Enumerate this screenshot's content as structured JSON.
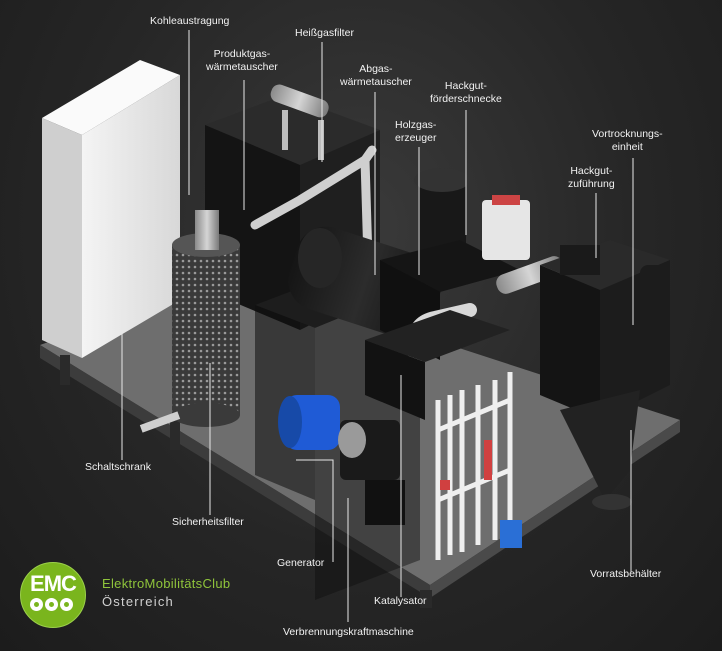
{
  "labels": {
    "kohleaustragung": "Kohleaustragung",
    "heissgasfilter": "Heißgasfilter",
    "produktgas_1": "Produktgas-",
    "produktgas_2": "wärmetauscher",
    "abgas_1": "Abgas-",
    "abgas_2": "wärmetauscher",
    "hackgut_foerder_1": "Hackgut-",
    "hackgut_foerder_2": "förderschnecke",
    "holzgas_1": "Holzgas-",
    "holzgas_2": "erzeuger",
    "vortrocknung_1": "Vortrocknungs-",
    "vortrocknung_2": "einheit",
    "hackgut_zuf_1": "Hackgut-",
    "hackgut_zuf_2": "zuführung",
    "schaltschrank": "Schaltschrank",
    "sicherheitsfilter": "Sicherheitsfilter",
    "generator": "Generator",
    "katalysator": "Katalysator",
    "verbrennungskraftmaschine": "Verbrennungskraftmaschine",
    "vorratsbehaelter": "Vorratsbehälter"
  },
  "logo": {
    "abbr": "EMC",
    "name": "ElektroMobilitätsClub",
    "country": "Österreich"
  },
  "colors": {
    "logo_green": "#7ab51d",
    "motor_blue": "#1f5bd6",
    "electrical_cabinet": "#e8e8e8"
  }
}
